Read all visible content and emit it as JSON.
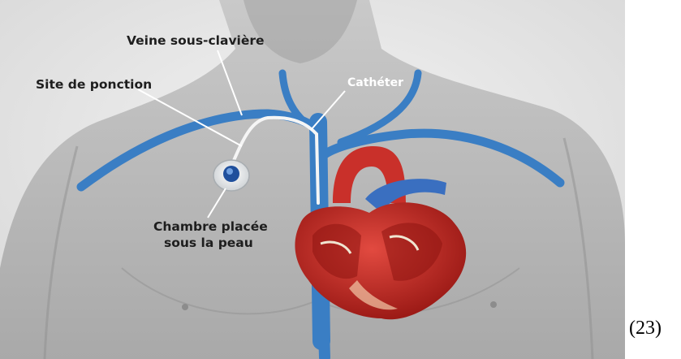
{
  "labels": {
    "subclavian_vein": "Veine sous-clavière",
    "puncture_site": "Site de ponction",
    "catheter": "Cathéter",
    "chamber_line1": "Chambre placée",
    "chamber_line2": "sous la peau"
  },
  "figure_number": "(23)",
  "colors": {
    "skin": "#b8b8b8",
    "vein": "#3a7ec4",
    "heart_red": "#cc2a24",
    "catheter": "#f5f5f5",
    "label_text": "#1e1e1e"
  }
}
